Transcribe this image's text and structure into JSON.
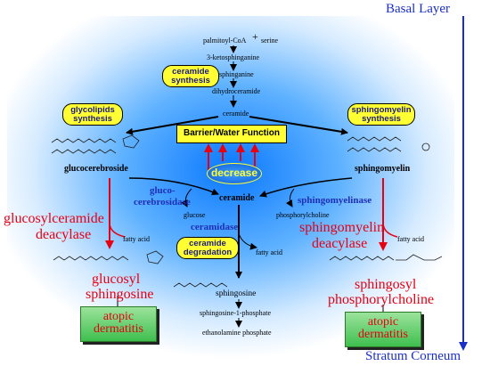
{
  "layers": {
    "top": "Basal Layer",
    "bottom": "Stratum Corneum"
  },
  "synthesis": {
    "palmitoyl": "palmitoyl-CoA",
    "plus": "+",
    "serine": "serine",
    "ketosphinganine": "3-ketosphinganine",
    "sphinganine": "sphinganine",
    "dihydroceramide": "dihydroceramide",
    "ceramide_top": "ceramide"
  },
  "pills": {
    "ceramide_synthesis": [
      "ceramide",
      "synthesis"
    ],
    "glycolipids_synthesis": [
      "glycolipids",
      "synthesis"
    ],
    "sphingomyelin_synthesis": [
      "sphingomyelin",
      "synthesis"
    ],
    "ceramide_degradation": [
      "ceramide",
      "degradation"
    ]
  },
  "barrier": {
    "label": "Barrier/Water Function",
    "decrease": "decrease"
  },
  "nodes": {
    "glucocerebroside": "glucocerebroside",
    "sphingomyelin": "sphingomyelin",
    "ceramide_center": "ceramide",
    "glucose": "glucose",
    "phosphorylcholine": "phosphorylcholine",
    "fatty_acid_left": "fatty acid",
    "fatty_acid_center": "fatty acid",
    "fatty_acid_right": "fatty acid",
    "sphingosine": "sphingosine",
    "sphingosine_1_phosphate": "sphingosine-1-phosphate",
    "ethanolamine_phosphate": "ethanolamine phosphate"
  },
  "enzymes": {
    "glucocerebrosidase": [
      "gluco-",
      "cerebrosidase"
    ],
    "sphingomyelinase": "sphingomyelinase",
    "ceramidase": "ceramidase"
  },
  "deacylases": {
    "left": [
      "glucosylceramide",
      "deacylase"
    ],
    "right": [
      "sphingomyelin",
      "deacylase"
    ]
  },
  "products": {
    "left": [
      "glucosyl",
      "sphingosine"
    ],
    "right": [
      "sphingosyl",
      "phosphorylcholine"
    ]
  },
  "atopic": {
    "left": [
      "atopic",
      "dermatitis"
    ],
    "right": [
      "atopic",
      "dermatitis"
    ]
  },
  "colors": {
    "glow": "#1e8cff",
    "pill": "#ffff33",
    "red": "#e60012",
    "blue_text": "#1f2fb5",
    "layer_blue": "#1a2fc8",
    "atopic_green": "#4fc95a"
  }
}
